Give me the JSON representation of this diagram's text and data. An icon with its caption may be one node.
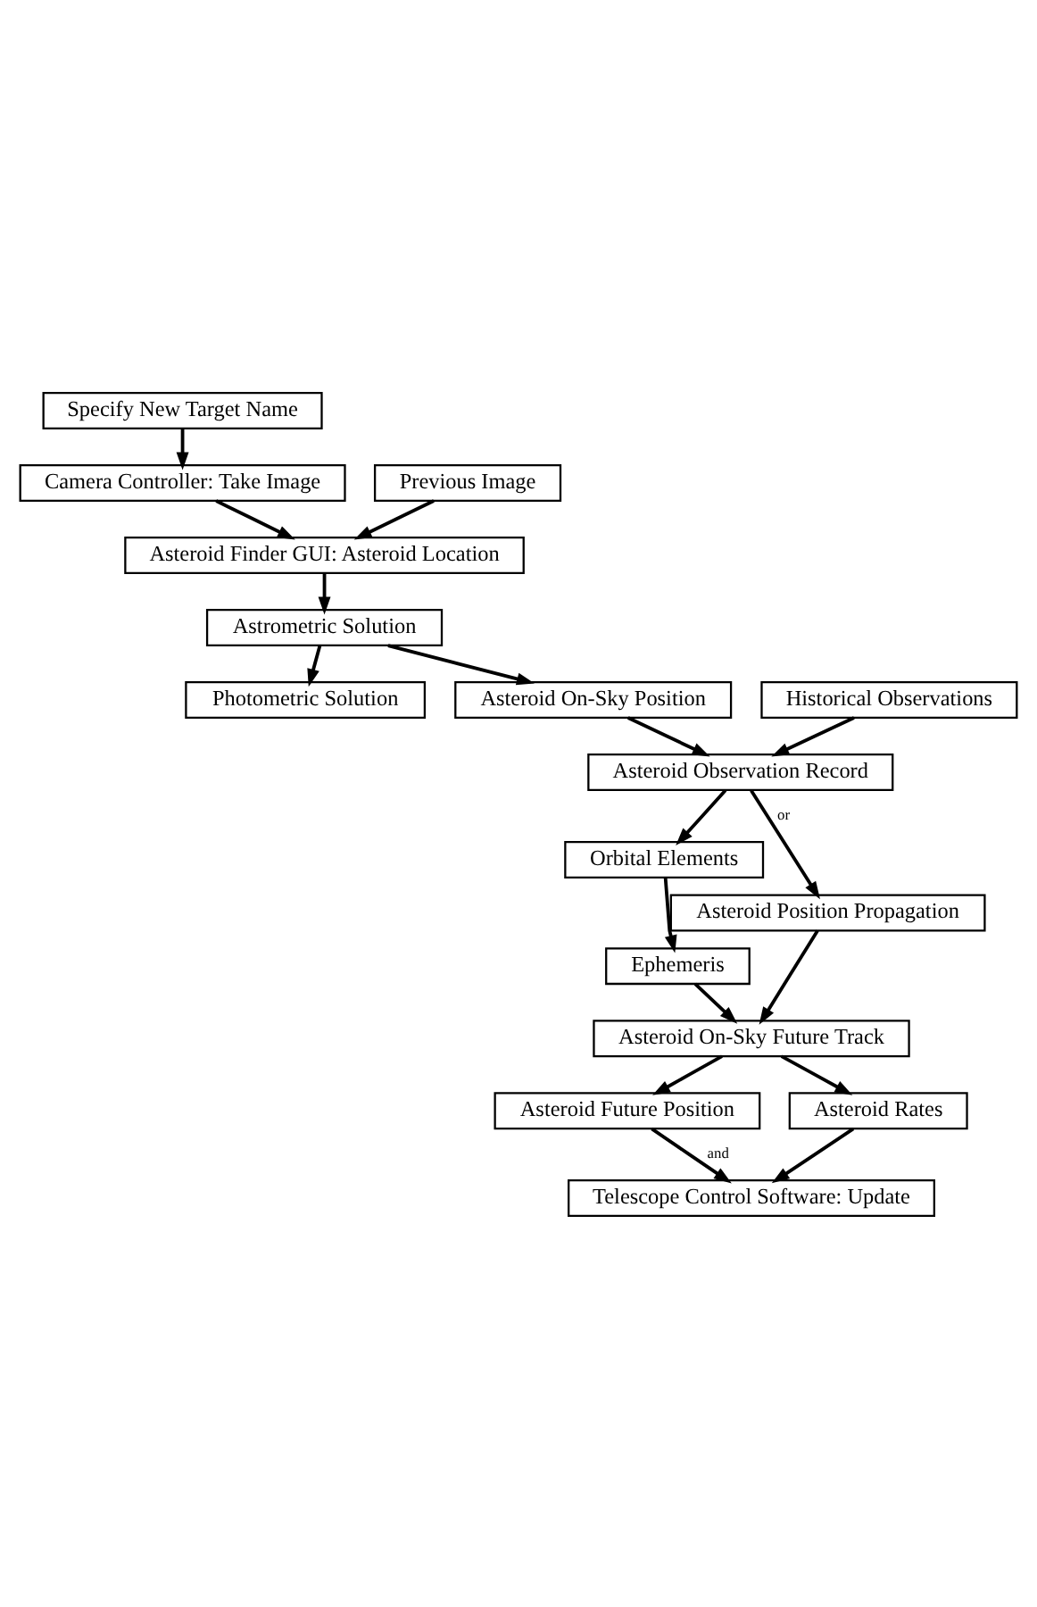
{
  "diagram": {
    "nodes": [
      {
        "text": [
          "Specify New Target Name"
        ]
      },
      {
        "text": [
          "Camera Controller: Take Image"
        ]
      },
      {
        "text": [
          "Previous Image"
        ]
      },
      {
        "text": [
          "Asteroid Finder GUI: Asteroid Location"
        ]
      },
      {
        "text": [
          "Astrometric Solution"
        ]
      },
      {
        "text": [
          "Photometric Solution"
        ]
      },
      {
        "text": [
          "Asteroid On-Sky Position"
        ]
      },
      {
        "text": [
          "Historical Observations"
        ]
      },
      {
        "text": [
          "Asteroid Observation Record"
        ]
      },
      {
        "text": [
          "Orbital Elements"
        ]
      },
      {
        "text": [
          "Asteroid Position Propagation"
        ]
      },
      {
        "text": [
          "Ephemeris"
        ]
      },
      {
        "text": [
          "Asteroid On-Sky Future Track"
        ]
      },
      {
        "text": [
          "Asteroid Future Position"
        ]
      },
      {
        "text": [
          "Asteroid Rates"
        ]
      },
      {
        "text": [
          "Telescope Control Software: Update"
        ]
      }
    ],
    "edges": [
      {
        "from": 0,
        "to": 1,
        "arrow": "to"
      },
      {
        "from": 1,
        "to": 3,
        "arrow": "to"
      },
      {
        "from": 2,
        "to": 3,
        "arrow": "to"
      },
      {
        "from": 3,
        "to": 4,
        "arrow": "to"
      },
      {
        "from": 4,
        "to": 5,
        "arrow": "to"
      },
      {
        "from": 4,
        "to": 6,
        "arrow": "to"
      },
      {
        "from": 6,
        "to": 8,
        "arrow": "to"
      },
      {
        "from": 7,
        "to": 8,
        "arrow": "to"
      },
      {
        "from": 8,
        "to": 10,
        "arrow": "to",
        "label": "or"
      },
      {
        "from": 8,
        "to": 9,
        "arrow": "to"
      },
      {
        "from": 9,
        "to": 11,
        "arrow": "to"
      },
      {
        "from": 10,
        "to": 12,
        "arrow": "to"
      },
      {
        "from": 11,
        "to": 12,
        "arrow": "to"
      },
      {
        "from": 12,
        "to": 13,
        "arrow": "to"
      },
      {
        "from": 12,
        "to": 14,
        "arrow": "to"
      },
      {
        "from": 13,
        "to": 15,
        "arrow": "to",
        "label": "and"
      },
      {
        "from": 14,
        "to": 15,
        "arrow": "to"
      }
    ]
  }
}
